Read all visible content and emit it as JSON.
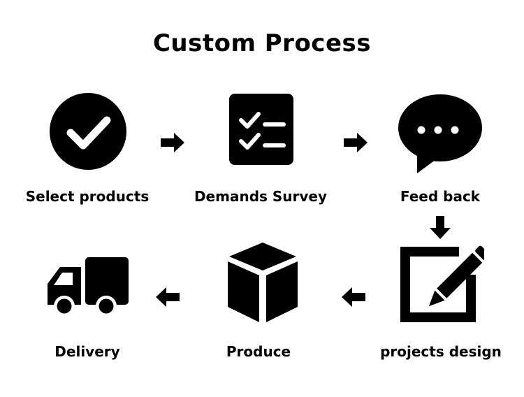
{
  "title": "Custom Process",
  "steps": [
    {
      "label": "Select products",
      "icon": "check-circle-icon"
    },
    {
      "label": "Demands Survey",
      "icon": "checklist-icon"
    },
    {
      "label": "Feed back",
      "icon": "speech-bubble-icon"
    },
    {
      "label": "projects design",
      "icon": "pencil-edit-icon"
    },
    {
      "label": "Produce",
      "icon": "box-cube-icon"
    },
    {
      "label": "Delivery",
      "icon": "delivery-truck-icon"
    }
  ],
  "colors": {
    "foreground": "#000000",
    "background": "#ffffff"
  }
}
